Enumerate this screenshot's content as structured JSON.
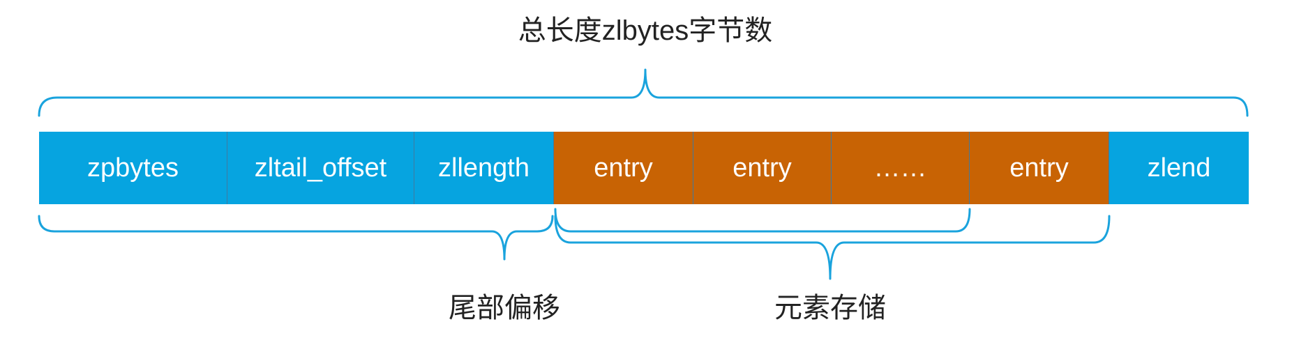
{
  "labels": {
    "total": "总长度zlbytes字节数",
    "tail_offset": "尾部偏移",
    "entries": "元素存储"
  },
  "cells": [
    {
      "text": "zpbytes",
      "kind": "header"
    },
    {
      "text": "zltail_offset",
      "kind": "header"
    },
    {
      "text": "zllength",
      "kind": "header"
    },
    {
      "text": "entry",
      "kind": "entry"
    },
    {
      "text": "entry",
      "kind": "entry"
    },
    {
      "text": "……",
      "kind": "entry"
    },
    {
      "text": "entry",
      "kind": "entry"
    },
    {
      "text": "zlend",
      "kind": "header"
    }
  ],
  "colors": {
    "header": "#06a4e0",
    "entry": "#c86304",
    "brace": "#1aa3dd",
    "text": "#222222"
  }
}
